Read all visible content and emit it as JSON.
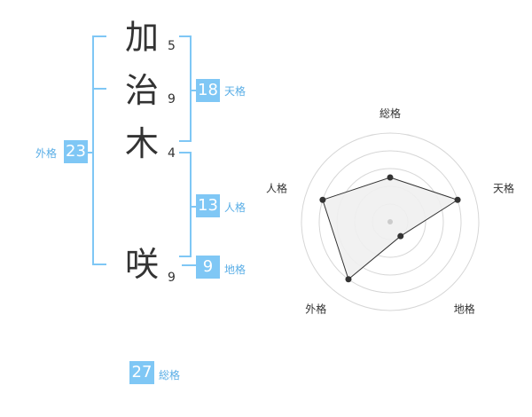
{
  "name": {
    "chars": [
      {
        "char": "加",
        "strokes": "5"
      },
      {
        "char": "治",
        "strokes": "9"
      },
      {
        "char": "木",
        "strokes": "4"
      },
      {
        "char": "咲",
        "strokes": "9"
      }
    ]
  },
  "scores": {
    "tenkaku": {
      "value": "18",
      "label": "天格"
    },
    "jinkaku": {
      "value": "13",
      "label": "人格"
    },
    "chikaku": {
      "value": "9",
      "label": "地格"
    },
    "gaikaku": {
      "value": "23",
      "label": "外格"
    },
    "soukaku": {
      "value": "27",
      "label": "総格"
    }
  },
  "colors": {
    "accent": "#7fc7f5",
    "label": "#5aaee6",
    "text": "#333333"
  },
  "chart_data": {
    "type": "radar",
    "axes": [
      "総格",
      "天格",
      "地格",
      "外格",
      "人格"
    ],
    "values": [
      2.5,
      4.0,
      1.0,
      4.0,
      4.0
    ],
    "max": 5,
    "rings": 5
  }
}
